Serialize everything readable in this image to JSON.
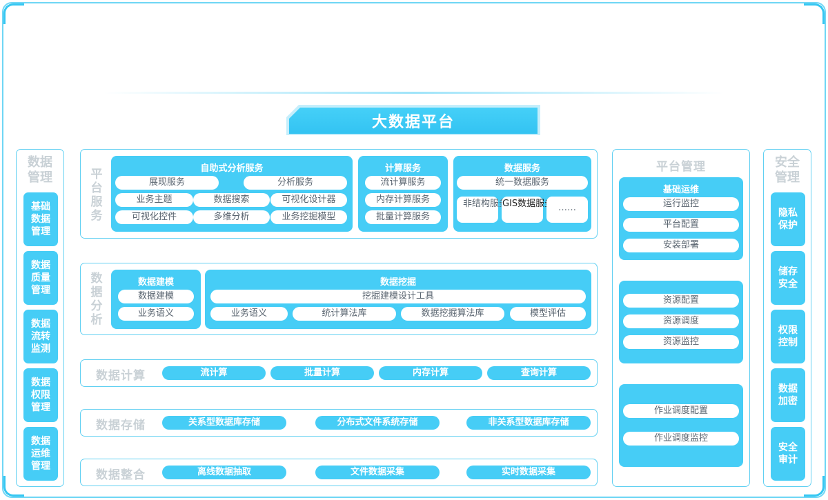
{
  "title": "大数据平台",
  "left_panel": {
    "label": "数据管理",
    "items": [
      "基础数据管理",
      "数据质量管理",
      "数据流转监测",
      "数据权限管理",
      "数据运维管理"
    ]
  },
  "right_panel": {
    "label": "安全管理",
    "items": [
      "隐私保护",
      "储存安全",
      "权限控制",
      "数据加密",
      "安全审计"
    ]
  },
  "platform_services": {
    "label": "平台服务",
    "self_service": {
      "title": "自助式分析服务",
      "items": [
        "展现服务",
        "分析服务",
        "业务主题",
        "数据搜索",
        "可视化设计器",
        "可视化控件",
        "多维分析",
        "业务挖掘模型"
      ]
    },
    "compute_service": {
      "title": "计算服务",
      "items": [
        "流计算服务",
        "内存计算服务",
        "批量计算服务"
      ]
    },
    "data_service": {
      "title": "数据服务",
      "items": [
        "统一数据服务",
        "非结构服务",
        "GIS数据服务",
        "……"
      ]
    }
  },
  "data_analysis": {
    "label": "数据分析",
    "modeling": {
      "title": "数据建模",
      "items": [
        "数据建模",
        "业务语义"
      ]
    },
    "mining": {
      "title": "数据挖掘",
      "items": [
        "挖掘建模设计工具",
        "业务语义",
        "统计算法库",
        "数据挖掘算法库",
        "模型评估"
      ]
    }
  },
  "data_compute": {
    "label": "数据计算",
    "items": [
      "流计算",
      "批量计算",
      "内存计算",
      "查询计算"
    ]
  },
  "data_storage": {
    "label": "数据存储",
    "items": [
      "关系型数据库存储",
      "分布式文件系统存储",
      "非关系型数据库存储"
    ]
  },
  "data_integration": {
    "label": "数据整合",
    "items": [
      "离线数据抽取",
      "文件数据采集",
      "实时数据采集"
    ]
  },
  "platform_management": {
    "label": "平台管理",
    "ops": {
      "title": "基础运维",
      "items": [
        "运行监控",
        "平台配置",
        "安装部署"
      ]
    },
    "resources": {
      "items": [
        "资源配置",
        "资源调度",
        "资源监控"
      ]
    },
    "jobs": {
      "items": [
        "作业调度配置",
        "作业调度监控"
      ]
    }
  },
  "colors": {
    "accent": "#46cdf6",
    "border": "#61d0f2",
    "label_gray": "#c9d1d6",
    "pill_text": "#5a6570"
  }
}
